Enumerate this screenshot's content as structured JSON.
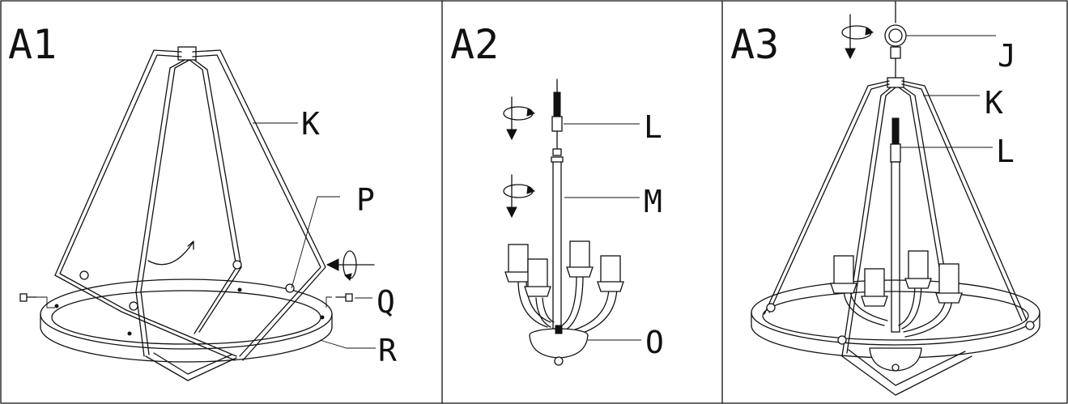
{
  "panels": [
    {
      "title": "A1",
      "labels": [
        "K",
        "P",
        "Q",
        "R"
      ]
    },
    {
      "title": "A2",
      "labels": [
        "L",
        "M",
        "O"
      ]
    },
    {
      "title": "A3",
      "labels": [
        "J",
        "K",
        "L"
      ]
    }
  ],
  "colors": {
    "line": "#111111",
    "background": "#ffffff"
  },
  "icons": [
    "rotate-icon",
    "down-arrow-icon",
    "left-arrow-icon"
  ]
}
